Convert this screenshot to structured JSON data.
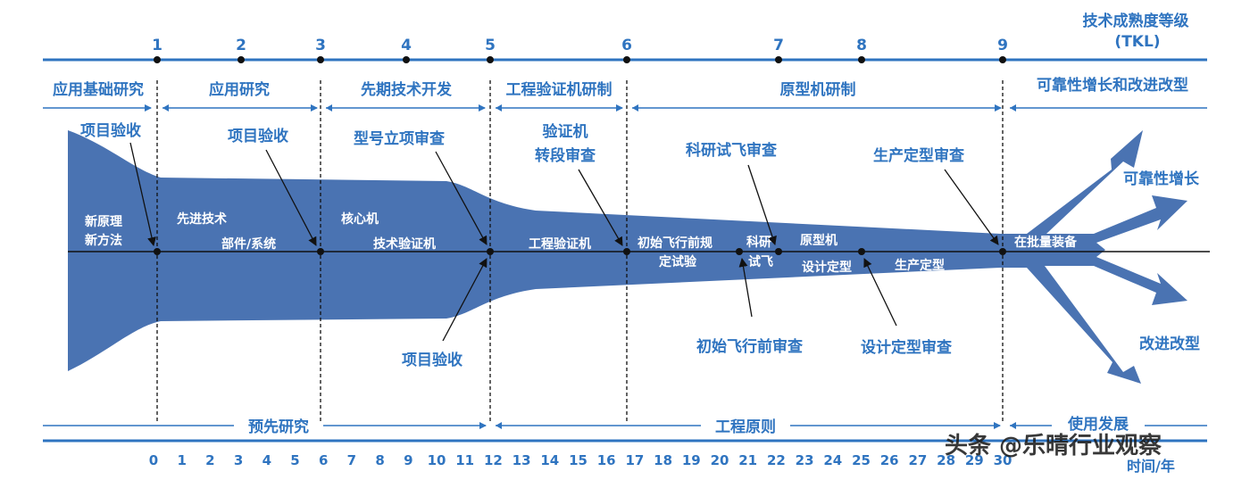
{
  "trl": {
    "title_line1": "技术成熟度等级",
    "title_line2": "(TKL)",
    "levels": [
      "1",
      "2",
      "3",
      "4",
      "5",
      "6",
      "7",
      "8",
      "9"
    ]
  },
  "phases": [
    "应用基础研究",
    "应用研究",
    "先期技术开发",
    "工程验证机研制",
    "原型机研制",
    "可靠性增长和改进改型"
  ],
  "top_reviews": {
    "project_acceptance_1": "项目验收",
    "project_acceptance_2": "项目验收",
    "model_approval": "型号立项审查",
    "verifier_line1": "验证机",
    "verifier_line2": "转段审查",
    "research_flight": "科研试飞审查",
    "production_finalize": "生产定型审查"
  },
  "bottom_reviews": {
    "project_acceptance": "项目验收",
    "initial_flight": "初始飞行前审查",
    "design_finalize": "设计定型审查"
  },
  "in_funnel": {
    "new_principle_line1": "新原理",
    "new_principle_line2": "新方法",
    "advanced_tech": "先进技术",
    "parts_systems": "部件/系统",
    "core_machine": "核心机",
    "tech_verifier": "技术验证机",
    "engineering_verifier": "工程验证机",
    "initial_flight_line1": "初始飞行前规",
    "initial_flight_line2": "定试验",
    "research_line1": "科研",
    "research_line2": "试飞",
    "prototype": "原型机",
    "design_finalize": "设计定型",
    "production_finalize": "生产定型",
    "batch_equipment": "在批量装备"
  },
  "outcomes": {
    "reliability_growth": "可靠性增长",
    "improvement": "改进改型"
  },
  "bottom_stages": [
    "预先研究",
    "工程原则",
    "使用发展"
  ],
  "time_axis": {
    "ticks": [
      "0",
      "1",
      "2",
      "3",
      "4",
      "5",
      "6",
      "7",
      "8",
      "9",
      "10",
      "11",
      "12",
      "13",
      "14",
      "15",
      "16",
      "17",
      "18",
      "19",
      "20",
      "21",
      "22",
      "23",
      "24",
      "25",
      "26",
      "27",
      "28",
      "29",
      "30"
    ],
    "label": "时间/年"
  },
  "watermark": "头条 @乐晴行业观察",
  "colors": {
    "primary": "#2f74c0",
    "funnel": "#4a73b2",
    "line": "#111111"
  }
}
